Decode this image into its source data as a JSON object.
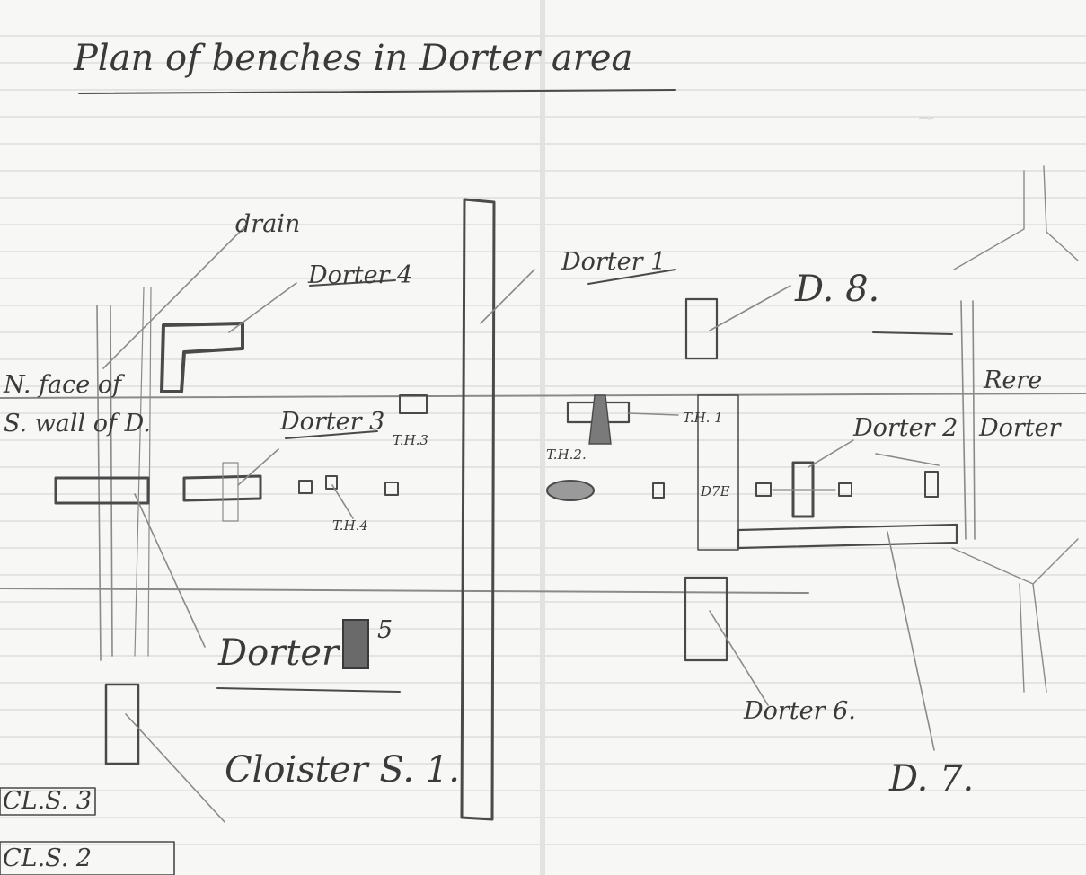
{
  "sketch": {
    "title": "Plan of benches in Dorter area",
    "labels": {
      "drain": "drain",
      "dorter4": "Dorter 4",
      "dorter1": "Dorter 1",
      "d8": "D. 8.",
      "rere": "Rere",
      "dorter_right": "Dorter",
      "n_face": "N. face of",
      "s_wall": "S. wall of D.",
      "dorter3": "Dorter 3",
      "th3": "T.H.3",
      "th2": "T.H.2.",
      "th1": "T.H. 1",
      "dorter2": "Dorter 2",
      "d7e": "D7E",
      "th4": "T.H.4",
      "dorter5": "Dorter",
      "dorter5_num": "5",
      "dorter6": "Dorter 6.",
      "cloister": "Cloister S. 1.",
      "d7": "D. 7.",
      "cls3": "CL.S. 3",
      "cls2": "CL.S. 2"
    }
  }
}
